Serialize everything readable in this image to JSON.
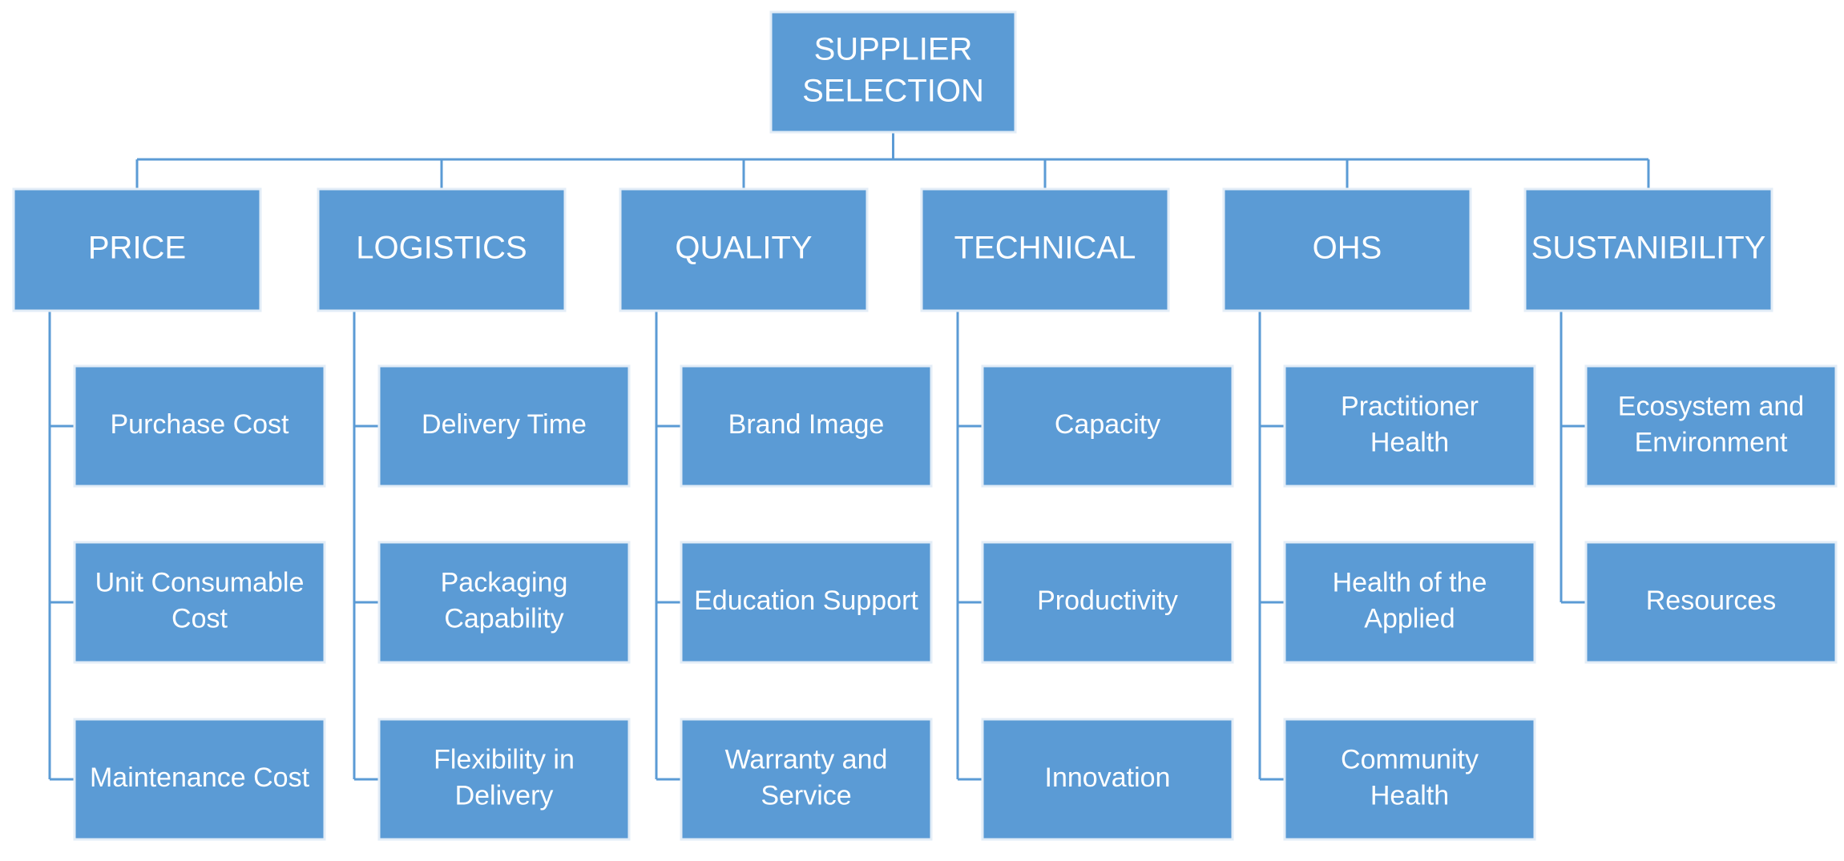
{
  "root": {
    "lines": [
      "SUPPLIER",
      "SELECTION"
    ]
  },
  "categories": [
    {
      "label": "PRICE",
      "items": [
        [
          "Purchase Cost"
        ],
        [
          "Unit Consumable",
          "Cost"
        ],
        [
          "Maintenance Cost"
        ]
      ]
    },
    {
      "label": "LOGISTICS",
      "items": [
        [
          "Delivery Time"
        ],
        [
          "Packaging",
          "Capability"
        ],
        [
          "Flexibility in",
          "Delivery"
        ]
      ]
    },
    {
      "label": "QUALITY",
      "items": [
        [
          "Brand Image"
        ],
        [
          "Education Support"
        ],
        [
          "Warranty and",
          "Service"
        ]
      ]
    },
    {
      "label": "TECHNICAL",
      "items": [
        [
          "Capacity"
        ],
        [
          "Productivity"
        ],
        [
          "Innovation"
        ]
      ]
    },
    {
      "label": "OHS",
      "items": [
        [
          "Practitioner",
          "Health"
        ],
        [
          "Health of the",
          "Applied"
        ],
        [
          "Community",
          "Health"
        ]
      ]
    },
    {
      "label": "SUSTANIBILITY",
      "items": [
        [
          "Ecosystem and",
          "Environment"
        ],
        [
          "Resources"
        ]
      ]
    }
  ],
  "colors": {
    "box": "#5b9bd5",
    "text": "#ffffff",
    "line": "#5b9bd5"
  }
}
